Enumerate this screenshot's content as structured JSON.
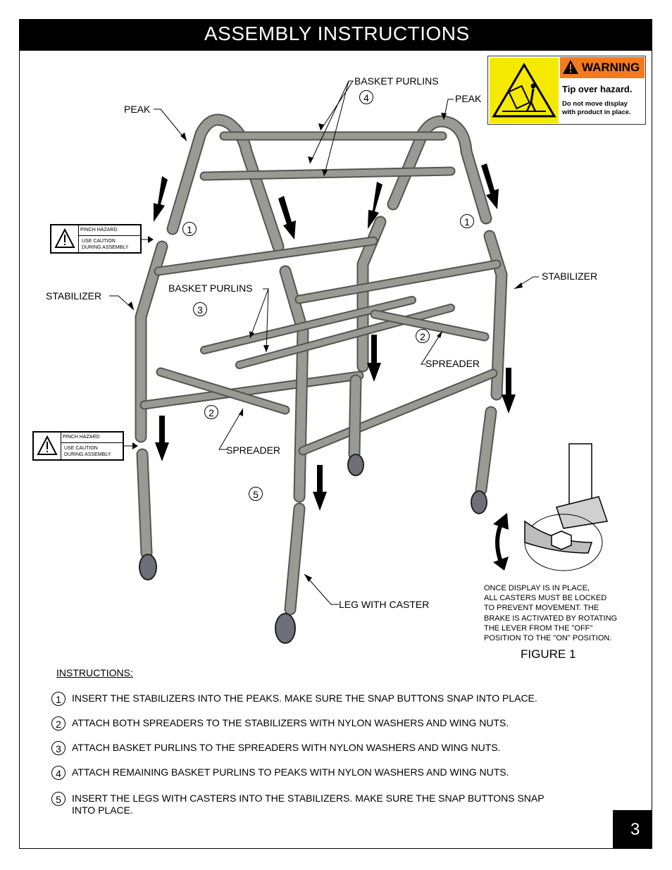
{
  "header": {
    "title": "ASSEMBLY INSTRUCTIONS"
  },
  "page_number": "3",
  "warning": {
    "heading": "WARNING",
    "title": "Tip over hazard.",
    "subtitle": "Do not move display\nwith product in place."
  },
  "pinch_label": {
    "hazard": "PINCH HAZARD",
    "caution": "USE CAUTION\nDURING ASSEMBLY"
  },
  "labels": {
    "basket_purlins_top": "BASKET PURLINS",
    "peak_left": "PEAK",
    "peak_right": "PEAK",
    "stabilizer_left": "STABILIZER",
    "stabilizer_right": "STABILIZER",
    "basket_purlins_mid": "BASKET PURLINS",
    "spreader_right": "SPREADER",
    "spreader_left": "SPREADER",
    "leg_with_caster": "LEG WITH CASTER"
  },
  "callouts": {
    "one_left": "1",
    "one_right": "1",
    "two_left": "2",
    "two_right": "2",
    "three": "3",
    "four": "4",
    "five": "5"
  },
  "caster_note": "ONCE DISPLAY IS IN PLACE,\nALL CASTERS MUST BE LOCKED\nTO PREVENT MOVEMENT. THE\nBRAKE IS ACTIVATED BY ROTATING\nTHE LEVER FROM THE \"OFF\"\nPOSITION TO THE \"ON\" POSITION.",
  "figure_label": "FIGURE 1",
  "instructions": {
    "heading": "INSTRUCTIONS:",
    "steps": [
      {
        "num": "1",
        "text": "INSERT THE STABILIZERS INTO THE PEAKS.  MAKE SURE THE SNAP BUTTONS SNAP INTO PLACE."
      },
      {
        "num": "2",
        "text": "ATTACH BOTH SPREADERS TO THE STABILIZERS WITH NYLON WASHERS AND WING NUTS."
      },
      {
        "num": "3",
        "text": "ATTACH BASKET PURLINS TO THE SPREADERS WITH NYLON WASHERS AND WING NUTS."
      },
      {
        "num": "4",
        "text": "ATTACH REMAINING BASKET PURLINS TO PEAKS WITH NYLON WASHERS AND WING NUTS."
      },
      {
        "num": "5",
        "text": "INSERT THE LEGS WITH CASTERS INTO THE STABILIZERS.  MAKE SURE THE SNAP BUTTONS SNAP\nINTO PLACE."
      }
    ]
  },
  "colors": {
    "tube": "#9a9a94",
    "tube_edge": "#555550",
    "warning_orange": "#f47a20",
    "warning_yellow": "#f5e900"
  }
}
